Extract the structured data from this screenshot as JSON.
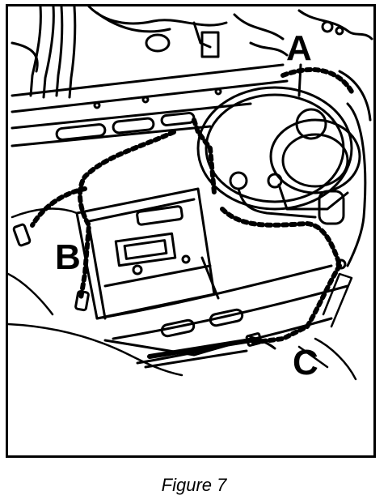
{
  "figure": {
    "caption": "Figure 7",
    "callouts": {
      "a": "A",
      "b": "B",
      "c": "C"
    }
  },
  "colors": {
    "ink": "#000000",
    "paper": "#ffffff"
  }
}
